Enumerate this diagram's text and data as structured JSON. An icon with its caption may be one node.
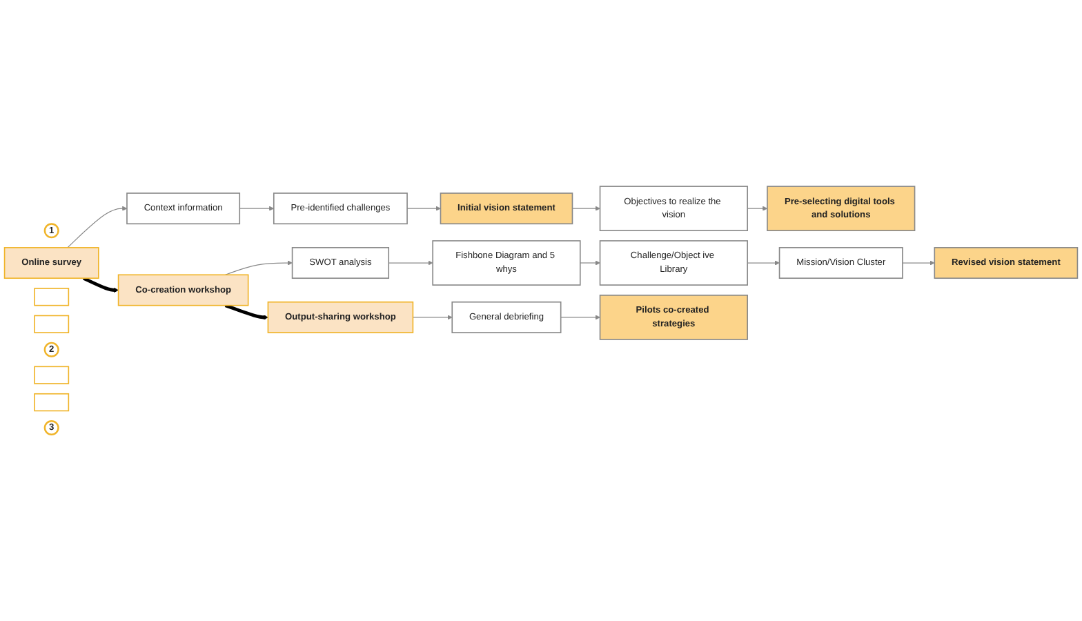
{
  "diagram": {
    "nodes": [
      {
        "text": [
          "1"
        ]
      },
      {
        "text": [
          "Online survey"
        ]
      },
      {
        "text": [],
        "shape": "box"
      },
      {
        "text": [],
        "shape": "box"
      },
      {
        "text": [
          "Context information"
        ]
      },
      {
        "text": [
          "Pre-identified challenges"
        ]
      },
      {
        "text": [
          "Initial vision statement"
        ]
      },
      {
        "text": [
          "Objectives to realize the vision"
        ]
      },
      {
        "text": [
          "Pre-selecting digital tools and solutions"
        ]
      },
      {
        "text": [
          "2"
        ]
      },
      {
        "text": [
          "Co-creation workshop"
        ]
      },
      {
        "text": [],
        "shape": "box"
      },
      {
        "text": [],
        "shape": "box"
      },
      {
        "text": [
          "SWOT analysis"
        ]
      },
      {
        "text": [
          "Fishbone Diagram and 5 whys"
        ]
      },
      {
        "text": [
          "Challenge/Object ive Library"
        ]
      },
      {
        "text": [
          "Mission/Vision Cluster"
        ]
      },
      {
        "text": [
          "Revised vision statement"
        ]
      },
      {
        "text": [
          "3"
        ]
      },
      {
        "text": [
          "Output-sharing workshop"
        ]
      },
      {
        "text": [
          "General debriefing"
        ]
      },
      {
        "text": [
          "Pilots co-created strategies"
        ]
      }
    ],
    "edges": [
      {
        "from": 1,
        "to": 4,
        "arrow": "to"
      },
      {
        "from": 4,
        "to": 5,
        "arrow": "to"
      },
      {
        "from": 5,
        "to": 6,
        "arrow": "to"
      },
      {
        "from": 6,
        "to": 7,
        "arrow": "to"
      },
      {
        "from": 7,
        "to": 8,
        "arrow": "to"
      },
      {
        "from": 1,
        "to": 10,
        "arrow": "to",
        "style": "thick",
        "color": "#000000"
      },
      {
        "from": 10,
        "to": 13,
        "arrow": "to"
      },
      {
        "from": 13,
        "to": 14,
        "arrow": "to"
      },
      {
        "from": 14,
        "to": 15,
        "arrow": "to"
      },
      {
        "from": 15,
        "to": 16,
        "arrow": "to"
      },
      {
        "from": 16,
        "to": 17,
        "arrow": "to"
      },
      {
        "from": 10,
        "to": 19,
        "arrow": "to",
        "style": "thick",
        "color": "#000000"
      },
      {
        "from": 19,
        "to": 20,
        "arrow": "to"
      },
      {
        "from": 20,
        "to": 21,
        "arrow": "to"
      }
    ]
  }
}
